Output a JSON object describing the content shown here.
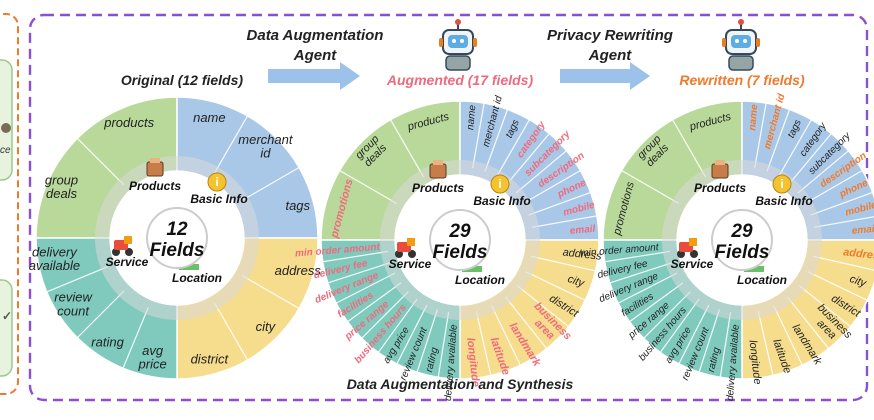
{
  "header": {
    "agent1": [
      "Data Augmentation",
      "Agent"
    ],
    "agent2": [
      "Privacy Rewriting",
      "Agent"
    ]
  },
  "footer": "Data Augmentation and Synthesis",
  "left_panel": {
    "fragments": [
      "ce"
    ]
  },
  "colors": {
    "dashed_border": "#8b4fd4",
    "left_border": "#f07a2c",
    "arrow": "#9cc2ea",
    "green": "#b9d99a",
    "blue": "#a9c8e8",
    "yellow": "#f5dd8d",
    "teal": "#7fcabd",
    "red_label": "#f06a7e",
    "orange_label": "#f07a2c",
    "augmented_title": "#f06a7e",
    "rewritten_title": "#f07a2c"
  },
  "wheels": [
    {
      "id": "original",
      "title": "Original (12 fields)",
      "title_color": "#222222",
      "center": [
        "12",
        "Fields"
      ],
      "categories": {
        "products": "Products",
        "basic": "Basic Info",
        "service": "Service",
        "location": "Location"
      },
      "sectors": {
        "products": [
          {
            "t": "group deals",
            "c": "n"
          },
          {
            "t": "products",
            "c": "n"
          }
        ],
        "basic": [
          {
            "t": "name",
            "c": "n"
          },
          {
            "t": "merchant id",
            "c": "n"
          },
          {
            "t": "tags",
            "c": "n"
          }
        ],
        "location": [
          {
            "t": "address",
            "c": "n"
          },
          {
            "t": "city",
            "c": "n"
          },
          {
            "t": "district",
            "c": "n"
          }
        ],
        "service": [
          {
            "t": "avg price",
            "c": "n"
          },
          {
            "t": "rating",
            "c": "n"
          },
          {
            "t": "review count",
            "c": "n"
          },
          {
            "t": "delivery available",
            "c": "n"
          }
        ]
      }
    },
    {
      "id": "augmented",
      "title": "Augmented (17 fields)",
      "title_color": "#f06a7e",
      "center": [
        "29",
        "Fields"
      ],
      "categories": {
        "products": "Products",
        "basic": "Basic Info",
        "service": "Service",
        "location": "Location"
      },
      "sectors": {
        "products": [
          {
            "t": "promotions",
            "c": "r"
          },
          {
            "t": "group deals",
            "c": "n"
          },
          {
            "t": "products",
            "c": "n"
          }
        ],
        "basic": [
          {
            "t": "name",
            "c": "n"
          },
          {
            "t": "merchant id",
            "c": "n"
          },
          {
            "t": "tags",
            "c": "n"
          },
          {
            "t": "category",
            "c": "r"
          },
          {
            "t": "subcategory",
            "c": "r"
          },
          {
            "t": "description",
            "c": "r"
          },
          {
            "t": "phone",
            "c": "r"
          },
          {
            "t": "mobile",
            "c": "r"
          },
          {
            "t": "email",
            "c": "r"
          }
        ],
        "location": [
          {
            "t": "address",
            "c": "n"
          },
          {
            "t": "city",
            "c": "n"
          },
          {
            "t": "district",
            "c": "n"
          },
          {
            "t": "business area",
            "c": "r"
          },
          {
            "t": "landmark",
            "c": "r"
          },
          {
            "t": "latitude",
            "c": "r"
          },
          {
            "t": "longitude",
            "c": "r"
          }
        ],
        "service": [
          {
            "t": "delivery available",
            "c": "n"
          },
          {
            "t": "rating",
            "c": "n"
          },
          {
            "t": "review count",
            "c": "n"
          },
          {
            "t": "avg price",
            "c": "n"
          },
          {
            "t": "business hours",
            "c": "r"
          },
          {
            "t": "price range",
            "c": "r"
          },
          {
            "t": "facilities",
            "c": "r"
          },
          {
            "t": "delivery range",
            "c": "r"
          },
          {
            "t": "delivery fee",
            "c": "r"
          },
          {
            "t": "min order amount",
            "c": "r"
          }
        ]
      }
    },
    {
      "id": "rewritten",
      "title": "Rewritten (7 fields)",
      "title_color": "#f07a2c",
      "center": [
        "29",
        "Fields"
      ],
      "categories": {
        "products": "Products",
        "basic": "Basic Info",
        "service": "Service",
        "location": "Location"
      },
      "sectors": {
        "products": [
          {
            "t": "promotions",
            "c": "n"
          },
          {
            "t": "group deals",
            "c": "n"
          },
          {
            "t": "products",
            "c": "n"
          }
        ],
        "basic": [
          {
            "t": "name",
            "c": "o"
          },
          {
            "t": "merchant id",
            "c": "o"
          },
          {
            "t": "tags",
            "c": "n"
          },
          {
            "t": "category",
            "c": "n"
          },
          {
            "t": "subcategory",
            "c": "n"
          },
          {
            "t": "description",
            "c": "o"
          },
          {
            "t": "phone",
            "c": "o"
          },
          {
            "t": "mobile",
            "c": "o"
          },
          {
            "t": "email",
            "c": "o"
          }
        ],
        "location": [
          {
            "t": "address",
            "c": "o"
          },
          {
            "t": "city",
            "c": "n"
          },
          {
            "t": "district",
            "c": "n"
          },
          {
            "t": "business area",
            "c": "n"
          },
          {
            "t": "landmark",
            "c": "n"
          },
          {
            "t": "latitude",
            "c": "n"
          },
          {
            "t": "longitude",
            "c": "n"
          }
        ],
        "service": [
          {
            "t": "delivery available",
            "c": "n"
          },
          {
            "t": "rating",
            "c": "n"
          },
          {
            "t": "review count",
            "c": "n"
          },
          {
            "t": "avg price",
            "c": "n"
          },
          {
            "t": "business hours",
            "c": "n"
          },
          {
            "t": "price range",
            "c": "n"
          },
          {
            "t": "facilities",
            "c": "n"
          },
          {
            "t": "delivery range",
            "c": "n"
          },
          {
            "t": "delivery fee",
            "c": "n"
          },
          {
            "t": "min order amount",
            "c": "n"
          }
        ]
      }
    }
  ]
}
